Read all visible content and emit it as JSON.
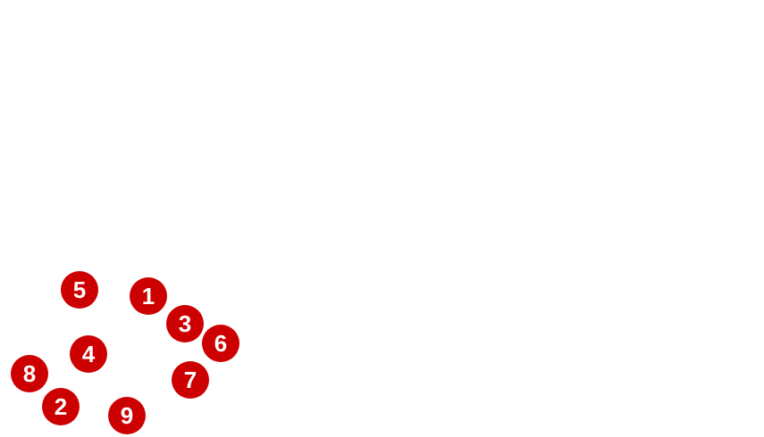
{
  "colors": {
    "ball": "#cc0000",
    "text": "#ffffff",
    "background": "#ffffff"
  },
  "balls": [
    "1",
    "2",
    "3",
    "4",
    "5",
    "6",
    "7",
    "8",
    "9"
  ]
}
